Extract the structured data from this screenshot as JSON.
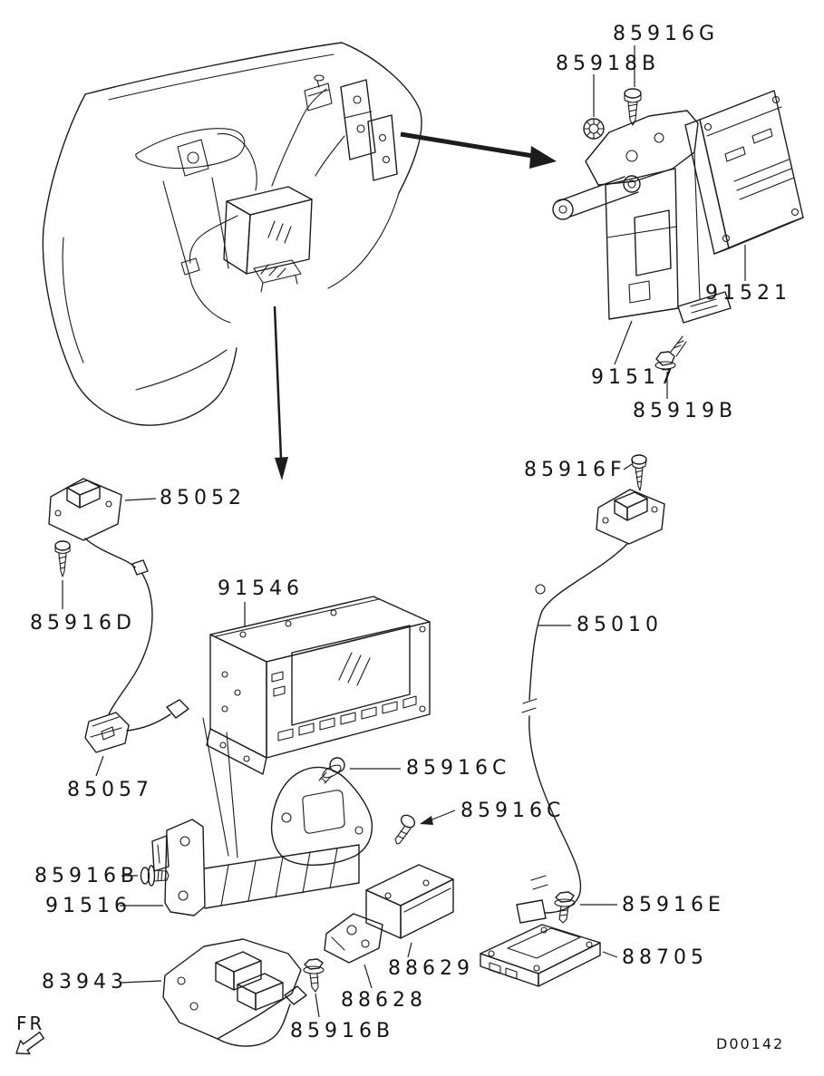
{
  "diagram": {
    "front_marker": "FR",
    "drawing_code": "D00142"
  },
  "parts": [
    {
      "label": "85918B"
    },
    {
      "label": "85916G"
    },
    {
      "label": "91521"
    },
    {
      "label": "91517"
    },
    {
      "label": "85919B"
    },
    {
      "label": "85916F"
    },
    {
      "label": "85052"
    },
    {
      "label": "91546"
    },
    {
      "label": "85916D"
    },
    {
      "label": "85010"
    },
    {
      "label": "85057"
    },
    {
      "label": "85916C"
    },
    {
      "label": "85916C"
    },
    {
      "label": "85916B"
    },
    {
      "label": "91516"
    },
    {
      "label": "88629"
    },
    {
      "label": "85916E"
    },
    {
      "label": "88705"
    },
    {
      "label": "83943"
    },
    {
      "label": "88628"
    },
    {
      "label": "85916B"
    }
  ]
}
